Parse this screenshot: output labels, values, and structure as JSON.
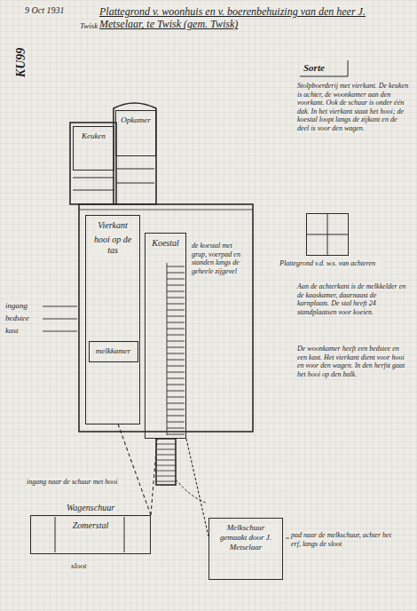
{
  "diagram": {
    "title": "Plattegrond v. woonhuis en v. boerenbehuizing van den heer J. Metselaar, te Twisk (gem. Twisk)",
    "nodes": [
      {
        "text": [
          "Keuken"
        ]
      },
      {
        "text": [
          "Opkamer"
        ]
      },
      {
        "text": [
          "Vierkant",
          "hooi op de tas"
        ]
      },
      {
        "text": [
          "melkkamer"
        ],
        "in": 2
      },
      {
        "text": [
          "Koestal"
        ]
      },
      {
        "text": [
          "Wagenschuur",
          "Zomerstal"
        ]
      },
      {
        "text": [
          "Melkschuur gemaakt door J. Metselaar"
        ]
      },
      {
        "text": [
          "Plattegrond v.d. w.s. van achteren"
        ]
      }
    ],
    "edges": [
      {
        "from": 5,
        "to": 2,
        "arrow": "none"
      },
      {
        "from": 5,
        "to": 4,
        "arrow": "none"
      },
      {
        "from": 4,
        "to": 6,
        "arrow": "none"
      }
    ],
    "labels": [
      "KU99",
      "9 Oct 1931",
      "Twisk",
      "Sorte",
      "Stolpboerderij met vierkant. De keuken is achter, de woonkamer aan den voorkant. Ook de schuur is onder één dak. In het vierkant staat het hooi; de koestal loopt langs de zijkant en de deel is voor den wagen.",
      "Aan de achterkant is de melkkelder en de kaaskamer, daarnaast de karnplaats. De stal heeft 24 standplaatsen voor koeien.",
      "De woonkamer heeft een bedstee en een kast. Het vierkant dient voor hooi en voor den wagen. In den herfst gaat het hooi op den balk.",
      "de koestal met grup, voerpad en standen langs de geheele zijgevel",
      "ingang",
      "bedstee",
      "kast",
      "ingang naar de schuur met hooi",
      "pad naar de melkschuur, achter het erf, langs de sloot",
      "sloot"
    ]
  }
}
